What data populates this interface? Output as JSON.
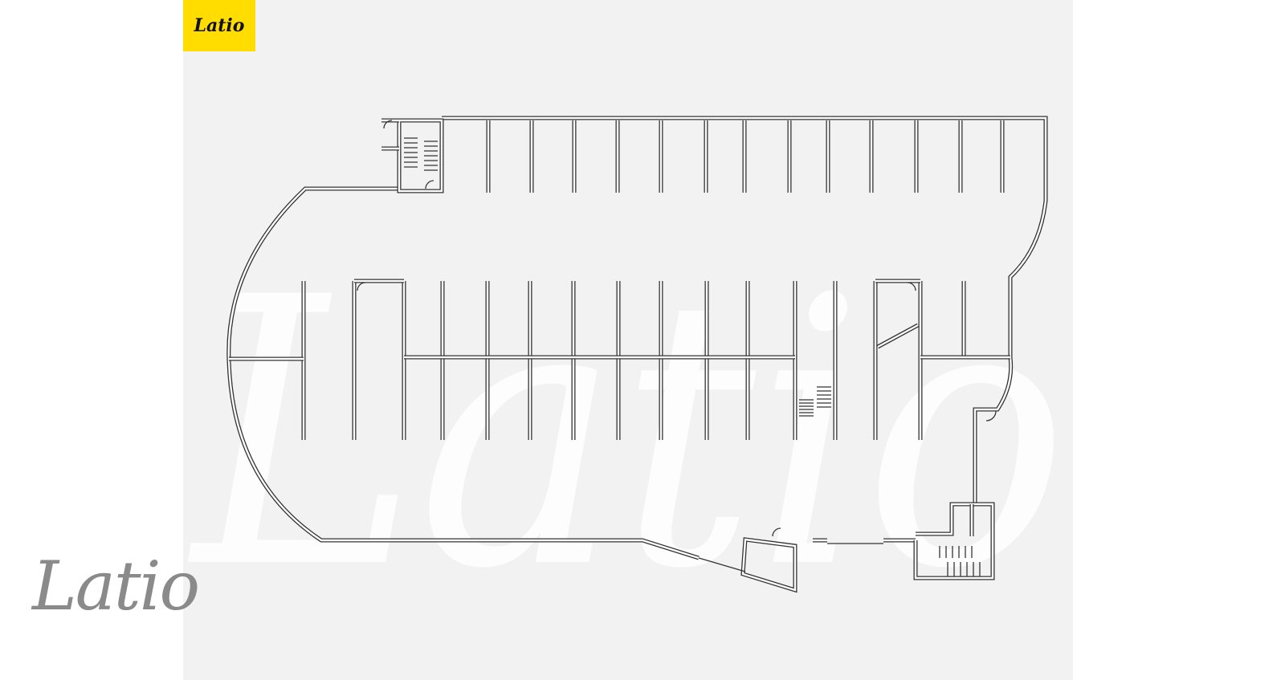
{
  "brand": {
    "name": "Latio",
    "accent": "#ffdd00",
    "watermark": "Latio"
  },
  "plan": {
    "type": "parking-garage-floor-plan"
  }
}
